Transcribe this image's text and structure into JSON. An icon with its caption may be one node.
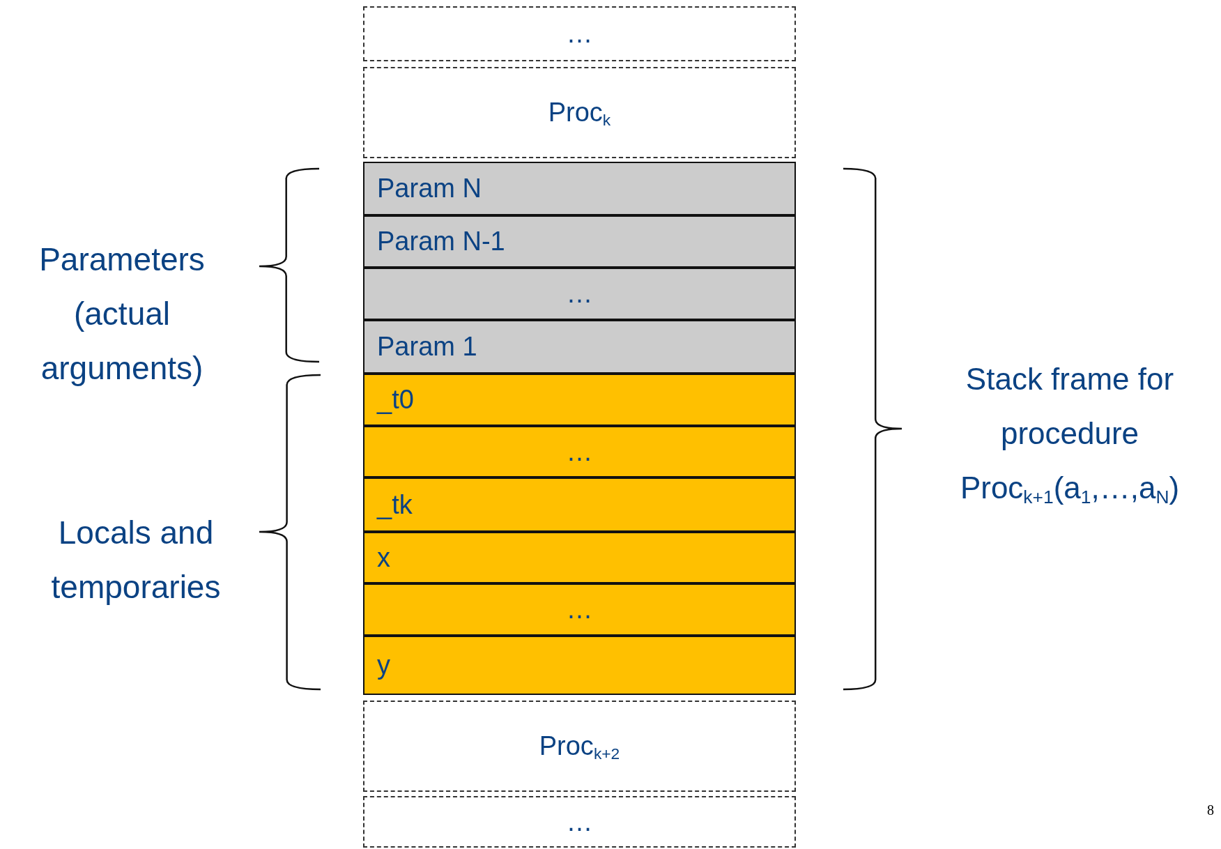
{
  "diagram": {
    "nodes": [
      {
        "text": [
          "…"
        ]
      },
      {
        "text": [
          "Proc$_{k}$"
        ]
      },
      {
        "text": [
          "Param N"
        ]
      },
      {
        "text": [
          "Param N-1"
        ]
      },
      {
        "text": [
          "…"
        ]
      },
      {
        "text": [
          "Param 1"
        ]
      },
      {
        "text": [
          "_t0"
        ]
      },
      {
        "text": [
          "…"
        ]
      },
      {
        "text": [
          "_tk"
        ]
      },
      {
        "text": [
          "x"
        ]
      },
      {
        "text": [
          "…"
        ]
      },
      {
        "text": [
          "y"
        ]
      },
      {
        "text": [
          "Proc$_{k+2}$"
        ]
      },
      {
        "text": [
          "…"
        ]
      }
    ],
    "edges": [],
    "labels": [
      "Parameters (actual arguments)",
      "Locals and temporaries",
      "Stack frame for procedure Proc$_{k+1}$(a$_{1}$,…,a$_{N}$)",
      "8"
    ]
  }
}
